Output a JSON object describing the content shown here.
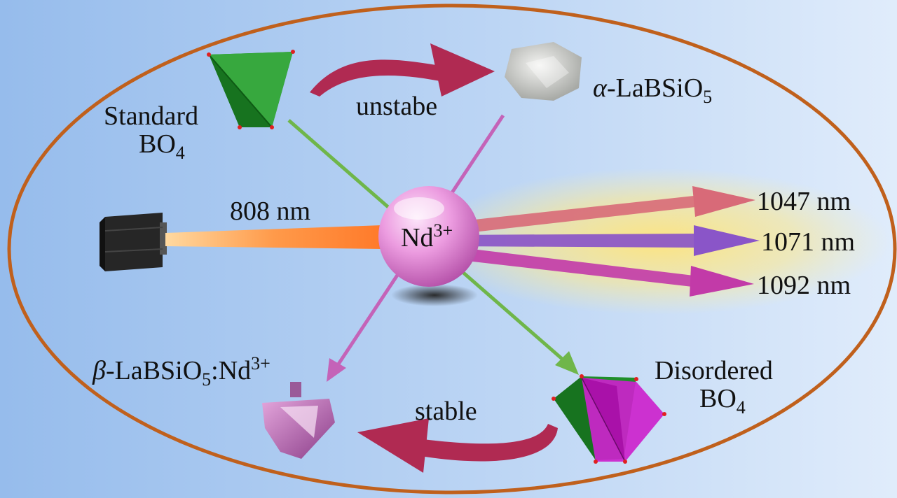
{
  "labels": {
    "standard_bo4": {
      "line1": "Standard",
      "line2_main": "BO",
      "line2_sub": "4"
    },
    "unstable": "unstabe",
    "alpha": {
      "greek": "α",
      "main": "-LaBSiO",
      "sub": "5"
    },
    "pump": "808 nm",
    "center": {
      "main": "Nd",
      "sup": "3+"
    },
    "emissions": [
      "1047 nm",
      "1071 nm",
      "1092 nm"
    ],
    "beta": {
      "greek": "β",
      "main": "-LaBSiO",
      "sub": "5",
      "tail": ":Nd",
      "sup": "3+"
    },
    "stable": "stable",
    "disordered_bo4": {
      "line1": "Disordered",
      "line2_main": "BO",
      "line2_sub": "4"
    }
  },
  "colors": {
    "background_left": "#9cc0ec",
    "background_right": "#dbe9fa",
    "ellipse": "#c0601c",
    "green_line": "#6fb64a",
    "magenta_line": "#c463b8",
    "curved_arrow": "#b02a52",
    "pump_beam": "#ff8a3a",
    "emission_1047": "#d86a78",
    "emission_1071": "#8a55c8",
    "emission_1092": "#c23aa8",
    "nd_sphere": "#e888d8",
    "bo4_green": "#1f8f2a",
    "bo4_magenta": "#cc22cc"
  }
}
